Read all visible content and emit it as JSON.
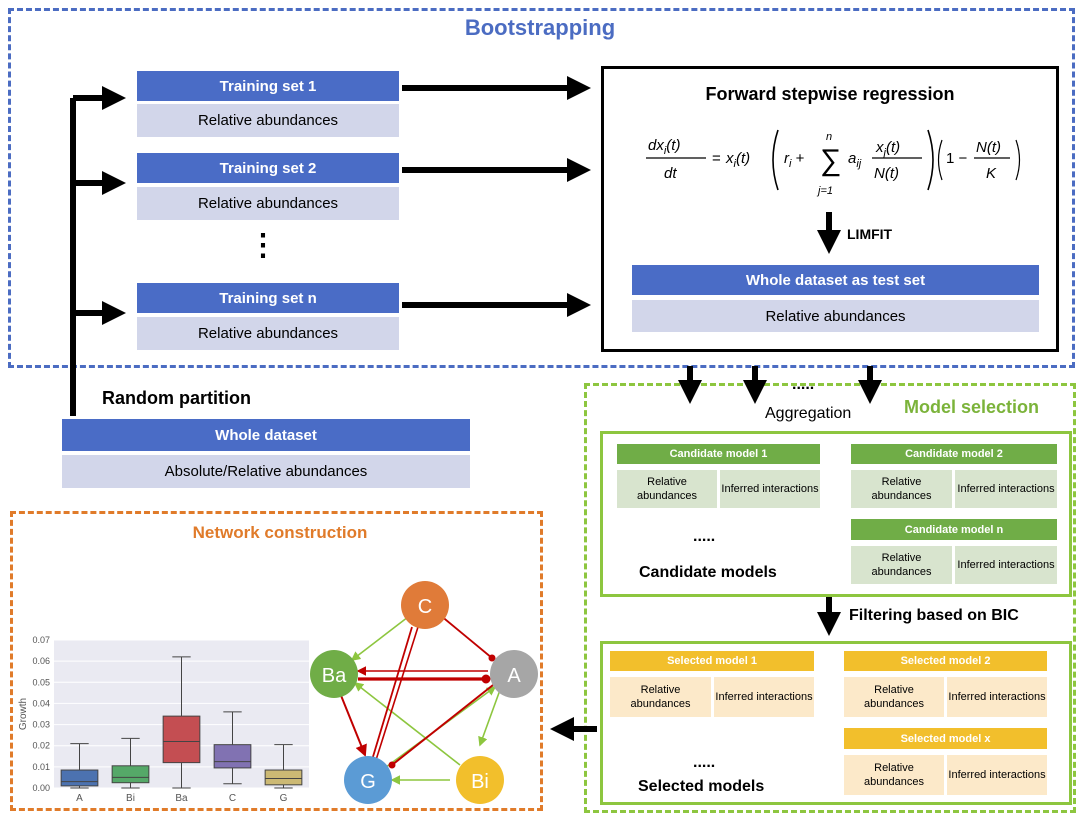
{
  "bootstrapping": {
    "title": "Bootstrapping",
    "training_sets": [
      {
        "label": "Training set 1",
        "sub": "Relative abundances"
      },
      {
        "label": "Training set 2",
        "sub": "Relative abundances"
      },
      {
        "label": "Training set n",
        "sub": "Relative abundances"
      }
    ],
    "ellipsis": "⋮",
    "regression_title": "Forward stepwise regression",
    "limfit_label": "LIMFIT",
    "test_set_label": "Whole dataset as test set",
    "test_set_sub": "Relative abundances"
  },
  "partition": {
    "label": "Random partition",
    "dataset_label": "Whole dataset",
    "dataset_sub": "Absolute/Relative abundances"
  },
  "aggregation": {
    "dots": ".....",
    "label": "Aggregation"
  },
  "model_selection": {
    "title": "Model selection",
    "candidates": [
      {
        "label": "Candidate model 1",
        "cell1": "Relative abundances",
        "cell2": "Inferred interactions"
      },
      {
        "label": "Candidate model 2",
        "cell1": "Relative abundances",
        "cell2": "Inferred interactions"
      },
      {
        "label": "Candidate model n",
        "cell1": "Relative abundances",
        "cell2": "Inferred interactions"
      }
    ],
    "candidate_dots": ".....",
    "candidate_caption": "Candidate models",
    "filter_label": "Filtering based on BIC",
    "selected": [
      {
        "label": "Selected model 1",
        "cell1": "Relative abundances",
        "cell2": "Inferred interactions"
      },
      {
        "label": "Selected model 2",
        "cell1": "Relative abundances",
        "cell2": "Inferred interactions"
      },
      {
        "label": "Selected model x",
        "cell1": "Relative abundances",
        "cell2": "Inferred interactions"
      }
    ],
    "selected_dots": ".....",
    "selected_caption": "Selected models"
  },
  "network": {
    "title": "Network construction",
    "nodes": [
      {
        "id": "C",
        "color": "#e07b39"
      },
      {
        "id": "A",
        "color": "#a6a6a6"
      },
      {
        "id": "Ba",
        "color": "#70ad47"
      },
      {
        "id": "G",
        "color": "#5b9bd5"
      },
      {
        "id": "Bi",
        "color": "#f2bf2c"
      }
    ]
  },
  "chart_data": {
    "type": "boxplot",
    "categories": [
      "A",
      "Bi",
      "Ba",
      "C",
      "G"
    ],
    "ylabel": "Growth",
    "ylim": [
      0,
      0.07
    ],
    "yticks": [
      "0.00",
      "0.01",
      "0.02",
      "0.03",
      "0.04",
      "0.05",
      "0.06",
      "0.07"
    ],
    "boxes": [
      {
        "min": 0.0,
        "q1": 0.001,
        "median": 0.003,
        "q3": 0.0085,
        "max": 0.021,
        "color": "#4c72b0"
      },
      {
        "min": 0.0,
        "q1": 0.0025,
        "median": 0.005,
        "q3": 0.0105,
        "max": 0.0235,
        "color": "#55a868"
      },
      {
        "min": 0.0,
        "q1": 0.012,
        "median": 0.022,
        "q3": 0.034,
        "max": 0.062,
        "color": "#c44e52"
      },
      {
        "min": 0.002,
        "q1": 0.0095,
        "median": 0.0125,
        "q3": 0.0205,
        "max": 0.036,
        "color": "#8172b2"
      },
      {
        "min": 0.0,
        "q1": 0.0015,
        "median": 0.0045,
        "q3": 0.0085,
        "max": 0.0205,
        "color": "#ccb974"
      }
    ]
  }
}
